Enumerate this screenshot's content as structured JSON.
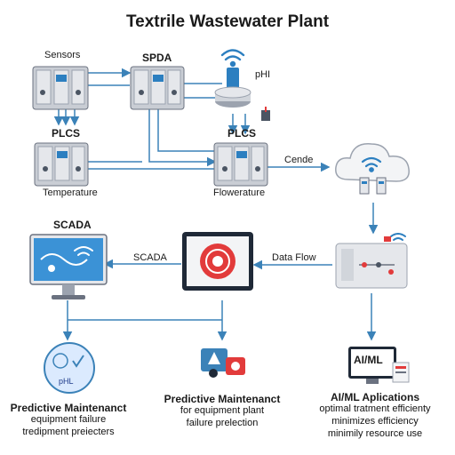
{
  "title": "Textrile Wastewater Plant",
  "labels": {
    "sensors": "Sensors",
    "spda": "SPDA",
    "phi": "pHI",
    "plcs_left": "PLCS",
    "plcs_right": "PLCS",
    "temperature": "Temperature",
    "flowerature": "Flowerature",
    "cende": "Cende",
    "scada_heading": "SCADA",
    "scada_flow": "SCADA",
    "data_flow": "Data Flow",
    "ph_badge": "pHL",
    "aiml_screen": "AI/ML"
  },
  "outputs": {
    "left": {
      "title": "Predictive Maintenanct",
      "line1": "equipment failure",
      "line2": "tredipment preiecters"
    },
    "middle": {
      "title": "Predictive Maintenanct",
      "line1": "for equipment plant",
      "line2": "failure prelection"
    },
    "right": {
      "title": "AI/ML Aplications",
      "line1": "optimal tratment efficienty",
      "line2": "minimizes efficiency",
      "line3": "minimily resource use"
    }
  },
  "colors": {
    "wire": "#3b82b8",
    "accent_red": "#e23b3b",
    "panel": "#c9cdd4",
    "screen": "#2c7fc0"
  },
  "icons": [
    "wifi-icon",
    "cloud-icon",
    "gear-icon",
    "alert-icon",
    "brain-icon"
  ]
}
